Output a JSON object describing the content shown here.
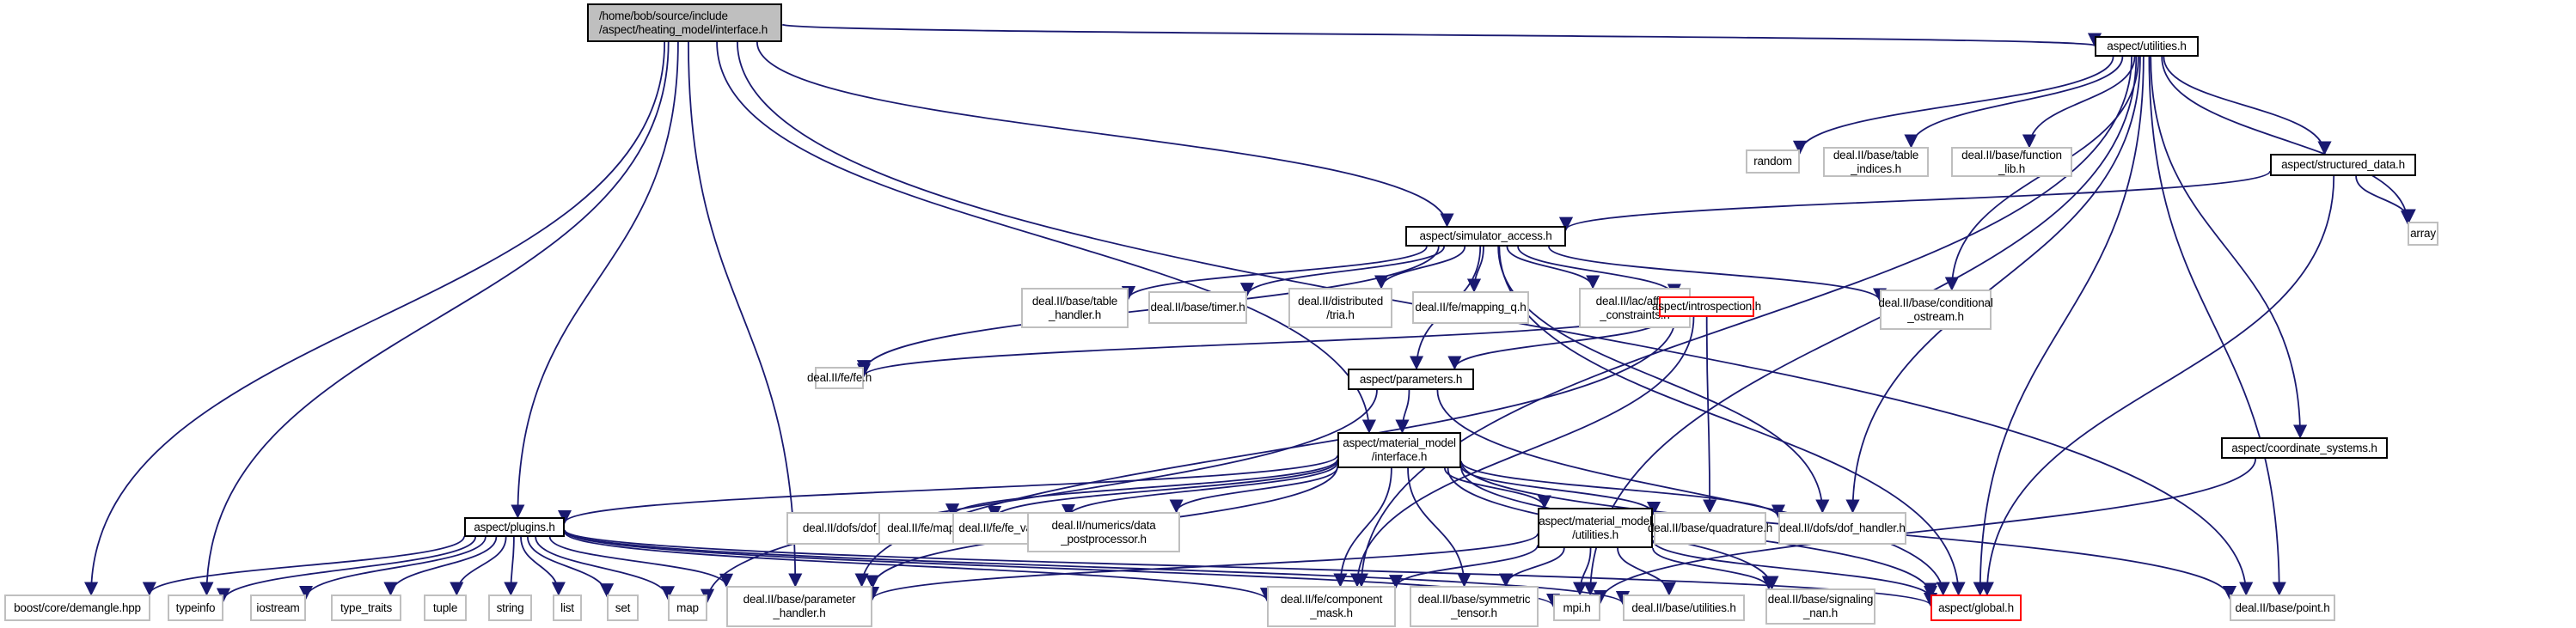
{
  "title": "Include dependency graph for heating_model/interface.h",
  "colors": {
    "edge": "#191970",
    "root_fill": "#bfbfbf",
    "internal_border": "#000000",
    "external_border": "#bfbfbf",
    "incomplete_border": "#ff0000"
  },
  "nodes": [
    {
      "id": "root",
      "label": "/home/bob/source/include\n/aspect/heating_model/interface.h",
      "kind": "root"
    },
    {
      "id": "utilities",
      "label": "aspect/utilities.h",
      "kind": "internal"
    },
    {
      "id": "random",
      "label": "random",
      "kind": "external"
    },
    {
      "id": "table_indices",
      "label": "deal.II/base/table\n_indices.h",
      "kind": "external"
    },
    {
      "id": "function_lib",
      "label": "deal.II/base/function\n_lib.h",
      "kind": "external"
    },
    {
      "id": "structured_data",
      "label": "aspect/structured_data.h",
      "kind": "internal"
    },
    {
      "id": "array",
      "label": "array",
      "kind": "external"
    },
    {
      "id": "simulator_access",
      "label": "aspect/simulator_access.h",
      "kind": "internal"
    },
    {
      "id": "table_handler",
      "label": "deal.II/base/table\n_handler.h",
      "kind": "external"
    },
    {
      "id": "timer",
      "label": "deal.II/base/timer.h",
      "kind": "external"
    },
    {
      "id": "dist_tria",
      "label": "deal.II/distributed\n/tria.h",
      "kind": "external"
    },
    {
      "id": "mapping_q",
      "label": "deal.II/fe/mapping_q.h",
      "kind": "external"
    },
    {
      "id": "affine",
      "label": "deal.II/lac/affine\n_constraints.h",
      "kind": "external"
    },
    {
      "id": "introspection",
      "label": "aspect/introspection.h",
      "kind": "incomplete"
    },
    {
      "id": "cond_ostream",
      "label": "deal.II/base/conditional\n_ostream.h",
      "kind": "external"
    },
    {
      "id": "fe",
      "label": "deal.II/fe/fe.h",
      "kind": "external"
    },
    {
      "id": "parameters",
      "label": "aspect/parameters.h",
      "kind": "internal"
    },
    {
      "id": "coord_sys",
      "label": "aspect/coordinate_systems.h",
      "kind": "internal"
    },
    {
      "id": "mm_interface",
      "label": "aspect/material_model\n/interface.h",
      "kind": "internal"
    },
    {
      "id": "plugins",
      "label": "aspect/plugins.h",
      "kind": "internal"
    },
    {
      "id": "dof_accessor",
      "label": "deal.II/dofs/dof_accessor.h",
      "kind": "external"
    },
    {
      "id": "mapping",
      "label": "deal.II/fe/mapping.h",
      "kind": "external"
    },
    {
      "id": "fe_values",
      "label": "deal.II/fe/fe_values.h",
      "kind": "external"
    },
    {
      "id": "data_post",
      "label": "deal.II/numerics/data\n_postprocessor.h",
      "kind": "external"
    },
    {
      "id": "mm_utilities",
      "label": "aspect/material_model\n/utilities.h",
      "kind": "internal"
    },
    {
      "id": "quadrature",
      "label": "deal.II/base/quadrature.h",
      "kind": "external"
    },
    {
      "id": "dof_handler",
      "label": "deal.II/dofs/dof_handler.h",
      "kind": "external"
    },
    {
      "id": "demangle",
      "label": "boost/core/demangle.hpp",
      "kind": "external"
    },
    {
      "id": "typeinfo",
      "label": "typeinfo",
      "kind": "external"
    },
    {
      "id": "iostream",
      "label": "iostream",
      "kind": "external"
    },
    {
      "id": "type_traits",
      "label": "type_traits",
      "kind": "external"
    },
    {
      "id": "tuple",
      "label": "tuple",
      "kind": "external"
    },
    {
      "id": "string",
      "label": "string",
      "kind": "external"
    },
    {
      "id": "list",
      "label": "list",
      "kind": "external"
    },
    {
      "id": "set",
      "label": "set",
      "kind": "external"
    },
    {
      "id": "map",
      "label": "map",
      "kind": "external"
    },
    {
      "id": "param_handler",
      "label": "deal.II/base/parameter\n_handler.h",
      "kind": "external"
    },
    {
      "id": "comp_mask",
      "label": "deal.II/fe/component\n_mask.h",
      "kind": "external"
    },
    {
      "id": "sym_tensor",
      "label": "deal.II/base/symmetric\n_tensor.h",
      "kind": "external"
    },
    {
      "id": "mpi",
      "label": "mpi.h",
      "kind": "external"
    },
    {
      "id": "base_utilities",
      "label": "deal.II/base/utilities.h",
      "kind": "external"
    },
    {
      "id": "signaling_nan",
      "label": "deal.II/base/signaling\n_nan.h",
      "kind": "external"
    },
    {
      "id": "global",
      "label": "aspect/global.h",
      "kind": "incomplete"
    },
    {
      "id": "point",
      "label": "deal.II/base/point.h",
      "kind": "external"
    }
  ],
  "edges": [
    [
      "root",
      "utilities"
    ],
    [
      "root",
      "simulator_access"
    ],
    [
      "root",
      "mm_interface"
    ],
    [
      "root",
      "plugins"
    ],
    [
      "root",
      "demangle"
    ],
    [
      "root",
      "typeinfo"
    ],
    [
      "root",
      "param_handler"
    ],
    [
      "root",
      "point"
    ],
    [
      "utilities",
      "random"
    ],
    [
      "utilities",
      "table_indices"
    ],
    [
      "utilities",
      "function_lib"
    ],
    [
      "utilities",
      "structured_data"
    ],
    [
      "utilities",
      "array"
    ],
    [
      "utilities",
      "coord_sys"
    ],
    [
      "utilities",
      "cond_ostream"
    ],
    [
      "utilities",
      "dof_handler"
    ],
    [
      "utilities",
      "comp_mask"
    ],
    [
      "utilities",
      "global"
    ],
    [
      "utilities",
      "point"
    ],
    [
      "utilities",
      "mpi"
    ],
    [
      "structured_data",
      "simulator_access"
    ],
    [
      "structured_data",
      "array"
    ],
    [
      "structured_data",
      "global"
    ],
    [
      "simulator_access",
      "table_handler"
    ],
    [
      "simulator_access",
      "timer"
    ],
    [
      "simulator_access",
      "dist_tria"
    ],
    [
      "simulator_access",
      "mapping_q"
    ],
    [
      "simulator_access",
      "affine"
    ],
    [
      "simulator_access",
      "introspection"
    ],
    [
      "simulator_access",
      "cond_ostream"
    ],
    [
      "simulator_access",
      "fe"
    ],
    [
      "simulator_access",
      "parameters"
    ],
    [
      "simulator_access",
      "dof_handler"
    ],
    [
      "simulator_access",
      "global"
    ],
    [
      "introspection",
      "fe"
    ],
    [
      "introspection",
      "parameters"
    ],
    [
      "introspection",
      "comp_mask"
    ],
    [
      "introspection",
      "quadrature"
    ],
    [
      "introspection",
      "param_handler"
    ],
    [
      "parameters",
      "mm_interface"
    ],
    [
      "parameters",
      "map"
    ],
    [
      "parameters",
      "global"
    ],
    [
      "coord_sys",
      "mpi"
    ],
    [
      "mm_interface",
      "plugins"
    ],
    [
      "mm_interface",
      "dof_accessor"
    ],
    [
      "mm_interface",
      "mapping"
    ],
    [
      "mm_interface",
      "fe_values"
    ],
    [
      "mm_interface",
      "data_post"
    ],
    [
      "mm_interface",
      "mm_utilities"
    ],
    [
      "mm_interface",
      "quadrature"
    ],
    [
      "mm_interface",
      "dof_handler"
    ],
    [
      "mm_interface",
      "comp_mask"
    ],
    [
      "mm_interface",
      "sym_tensor"
    ],
    [
      "mm_interface",
      "signaling_nan"
    ],
    [
      "mm_interface",
      "global"
    ],
    [
      "mm_interface",
      "point"
    ],
    [
      "mm_interface",
      "param_handler"
    ],
    [
      "mm_utilities",
      "comp_mask"
    ],
    [
      "mm_utilities",
      "sym_tensor"
    ],
    [
      "mm_utilities",
      "mpi"
    ],
    [
      "mm_utilities",
      "base_utilities"
    ],
    [
      "mm_utilities",
      "signaling_nan"
    ],
    [
      "mm_utilities",
      "global"
    ],
    [
      "mm_utilities",
      "param_handler"
    ],
    [
      "plugins",
      "demangle"
    ],
    [
      "plugins",
      "typeinfo"
    ],
    [
      "plugins",
      "iostream"
    ],
    [
      "plugins",
      "type_traits"
    ],
    [
      "plugins",
      "tuple"
    ],
    [
      "plugins",
      "string"
    ],
    [
      "plugins",
      "list"
    ],
    [
      "plugins",
      "set"
    ],
    [
      "plugins",
      "map"
    ],
    [
      "plugins",
      "param_handler"
    ],
    [
      "plugins",
      "comp_mask"
    ],
    [
      "plugins",
      "base_utilities"
    ],
    [
      "plugins",
      "global"
    ],
    [
      "plugins",
      "mpi"
    ]
  ]
}
